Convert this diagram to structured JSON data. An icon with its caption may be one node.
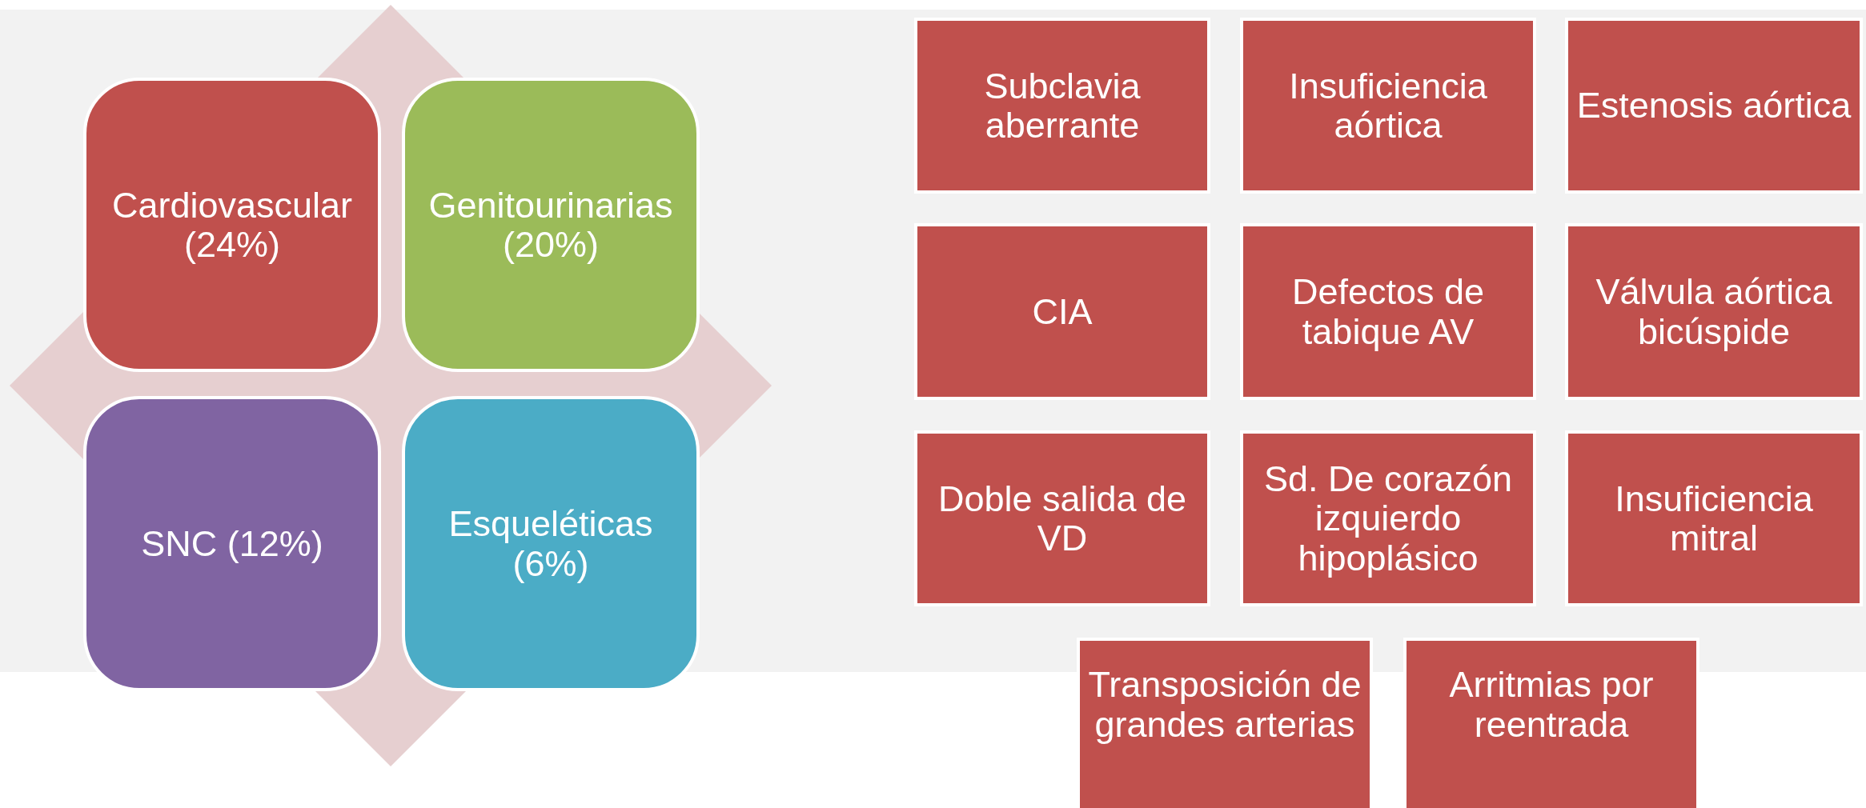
{
  "diagram": {
    "nodes": [
      {
        "text": [
          "Cardiovascular (24%)"
        ]
      },
      {
        "text": [
          "Genitourinarias (20%)"
        ]
      },
      {
        "text": [
          "SNC (12%)"
        ]
      },
      {
        "text": [
          "Esqueléticas (6%)"
        ]
      },
      {
        "text": [
          "Subclavia aberrante"
        ]
      },
      {
        "text": [
          "Insuficiencia aórtica"
        ]
      },
      {
        "text": [
          "Estenosis aórtica"
        ]
      },
      {
        "text": [
          "CIA"
        ]
      },
      {
        "text": [
          "Defectos de tabique AV"
        ]
      },
      {
        "text": [
          "Válvula aórtica bicúspide"
        ]
      },
      {
        "text": [
          "Doble salida de VD"
        ]
      },
      {
        "text": [
          "Sd. De corazón izquierdo hipoplásico"
        ]
      },
      {
        "text": [
          "Insuficiencia mitral"
        ]
      },
      {
        "text": [
          "Transposición de grandes arterias"
        ]
      },
      {
        "text": [
          "Arritmias por reentrada"
        ]
      }
    ]
  }
}
